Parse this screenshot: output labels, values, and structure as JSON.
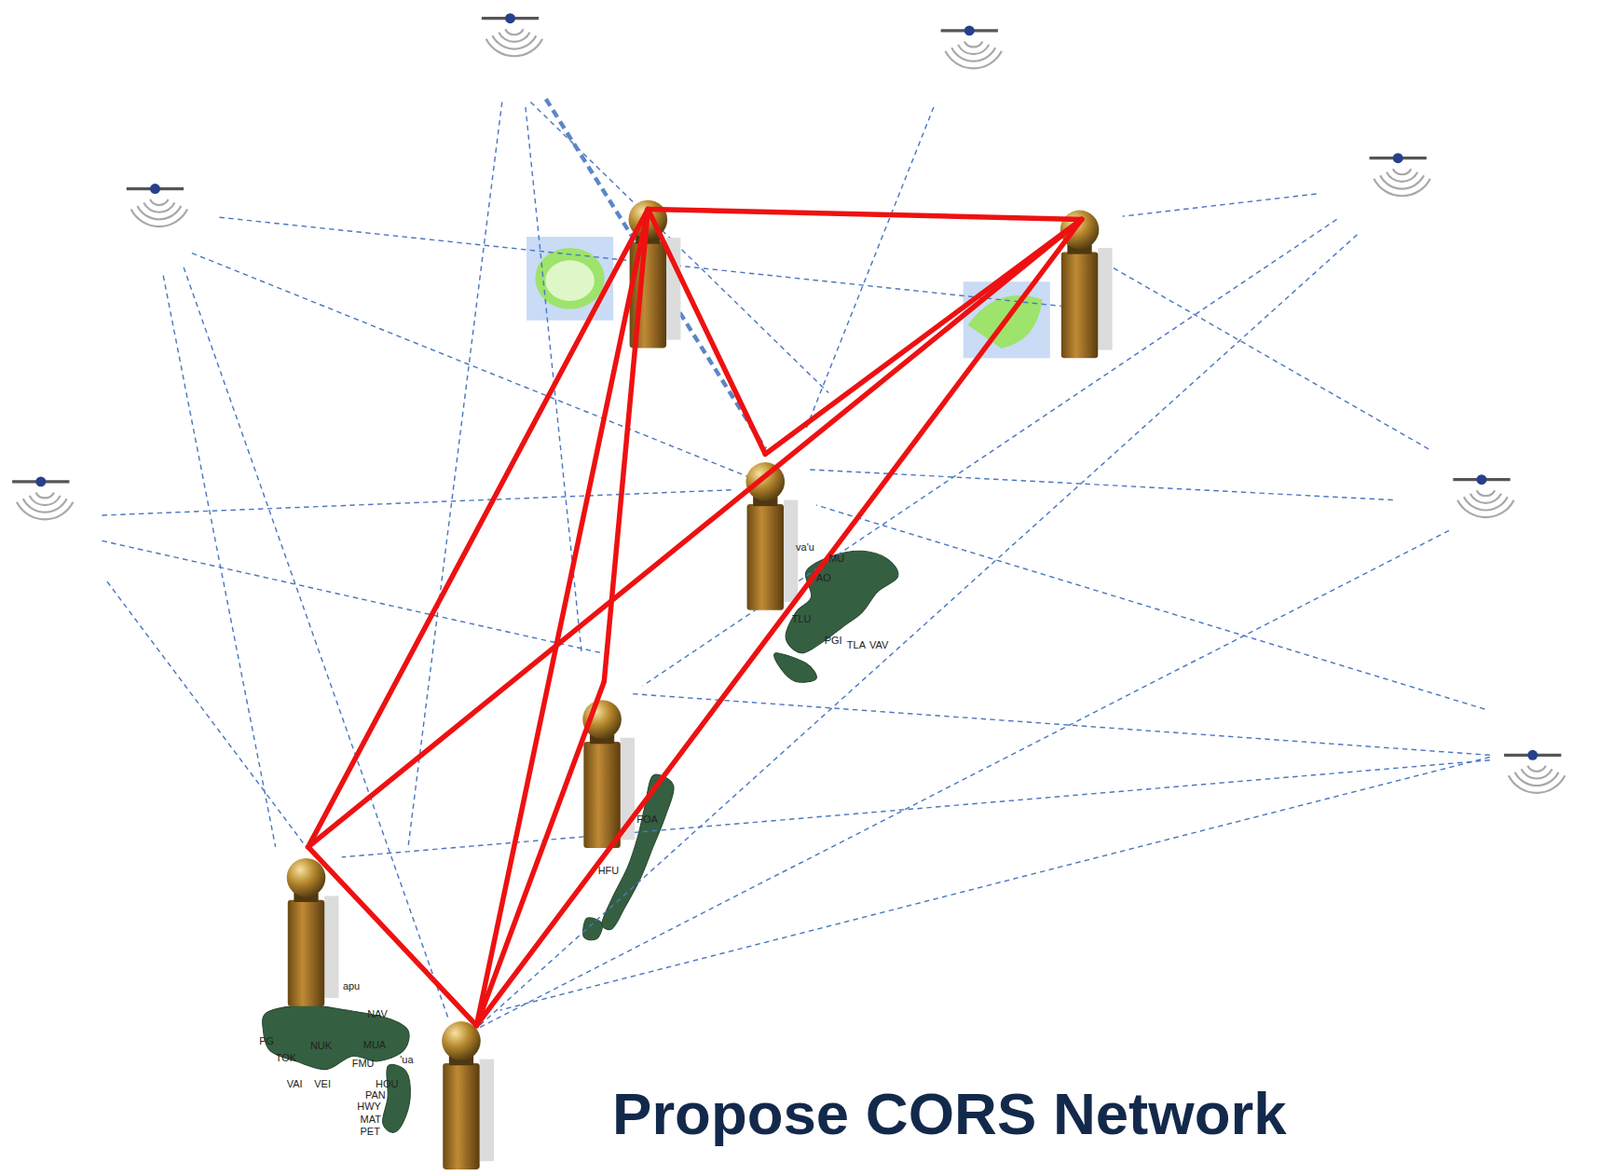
{
  "diagram": {
    "title": "Propose CORS Network",
    "labels": [
      "va'u",
      "MU",
      "AO",
      "TLU",
      "PGI",
      "TLA",
      "VAV",
      "FOA",
      "HFU",
      "apu",
      "NAV",
      "PG",
      "NUK",
      "MUA",
      "'ua",
      "TOK",
      "FMU",
      "VAI",
      "VEI",
      "HOU",
      "PAN",
      "HWY",
      "MAT",
      "PET"
    ]
  }
}
